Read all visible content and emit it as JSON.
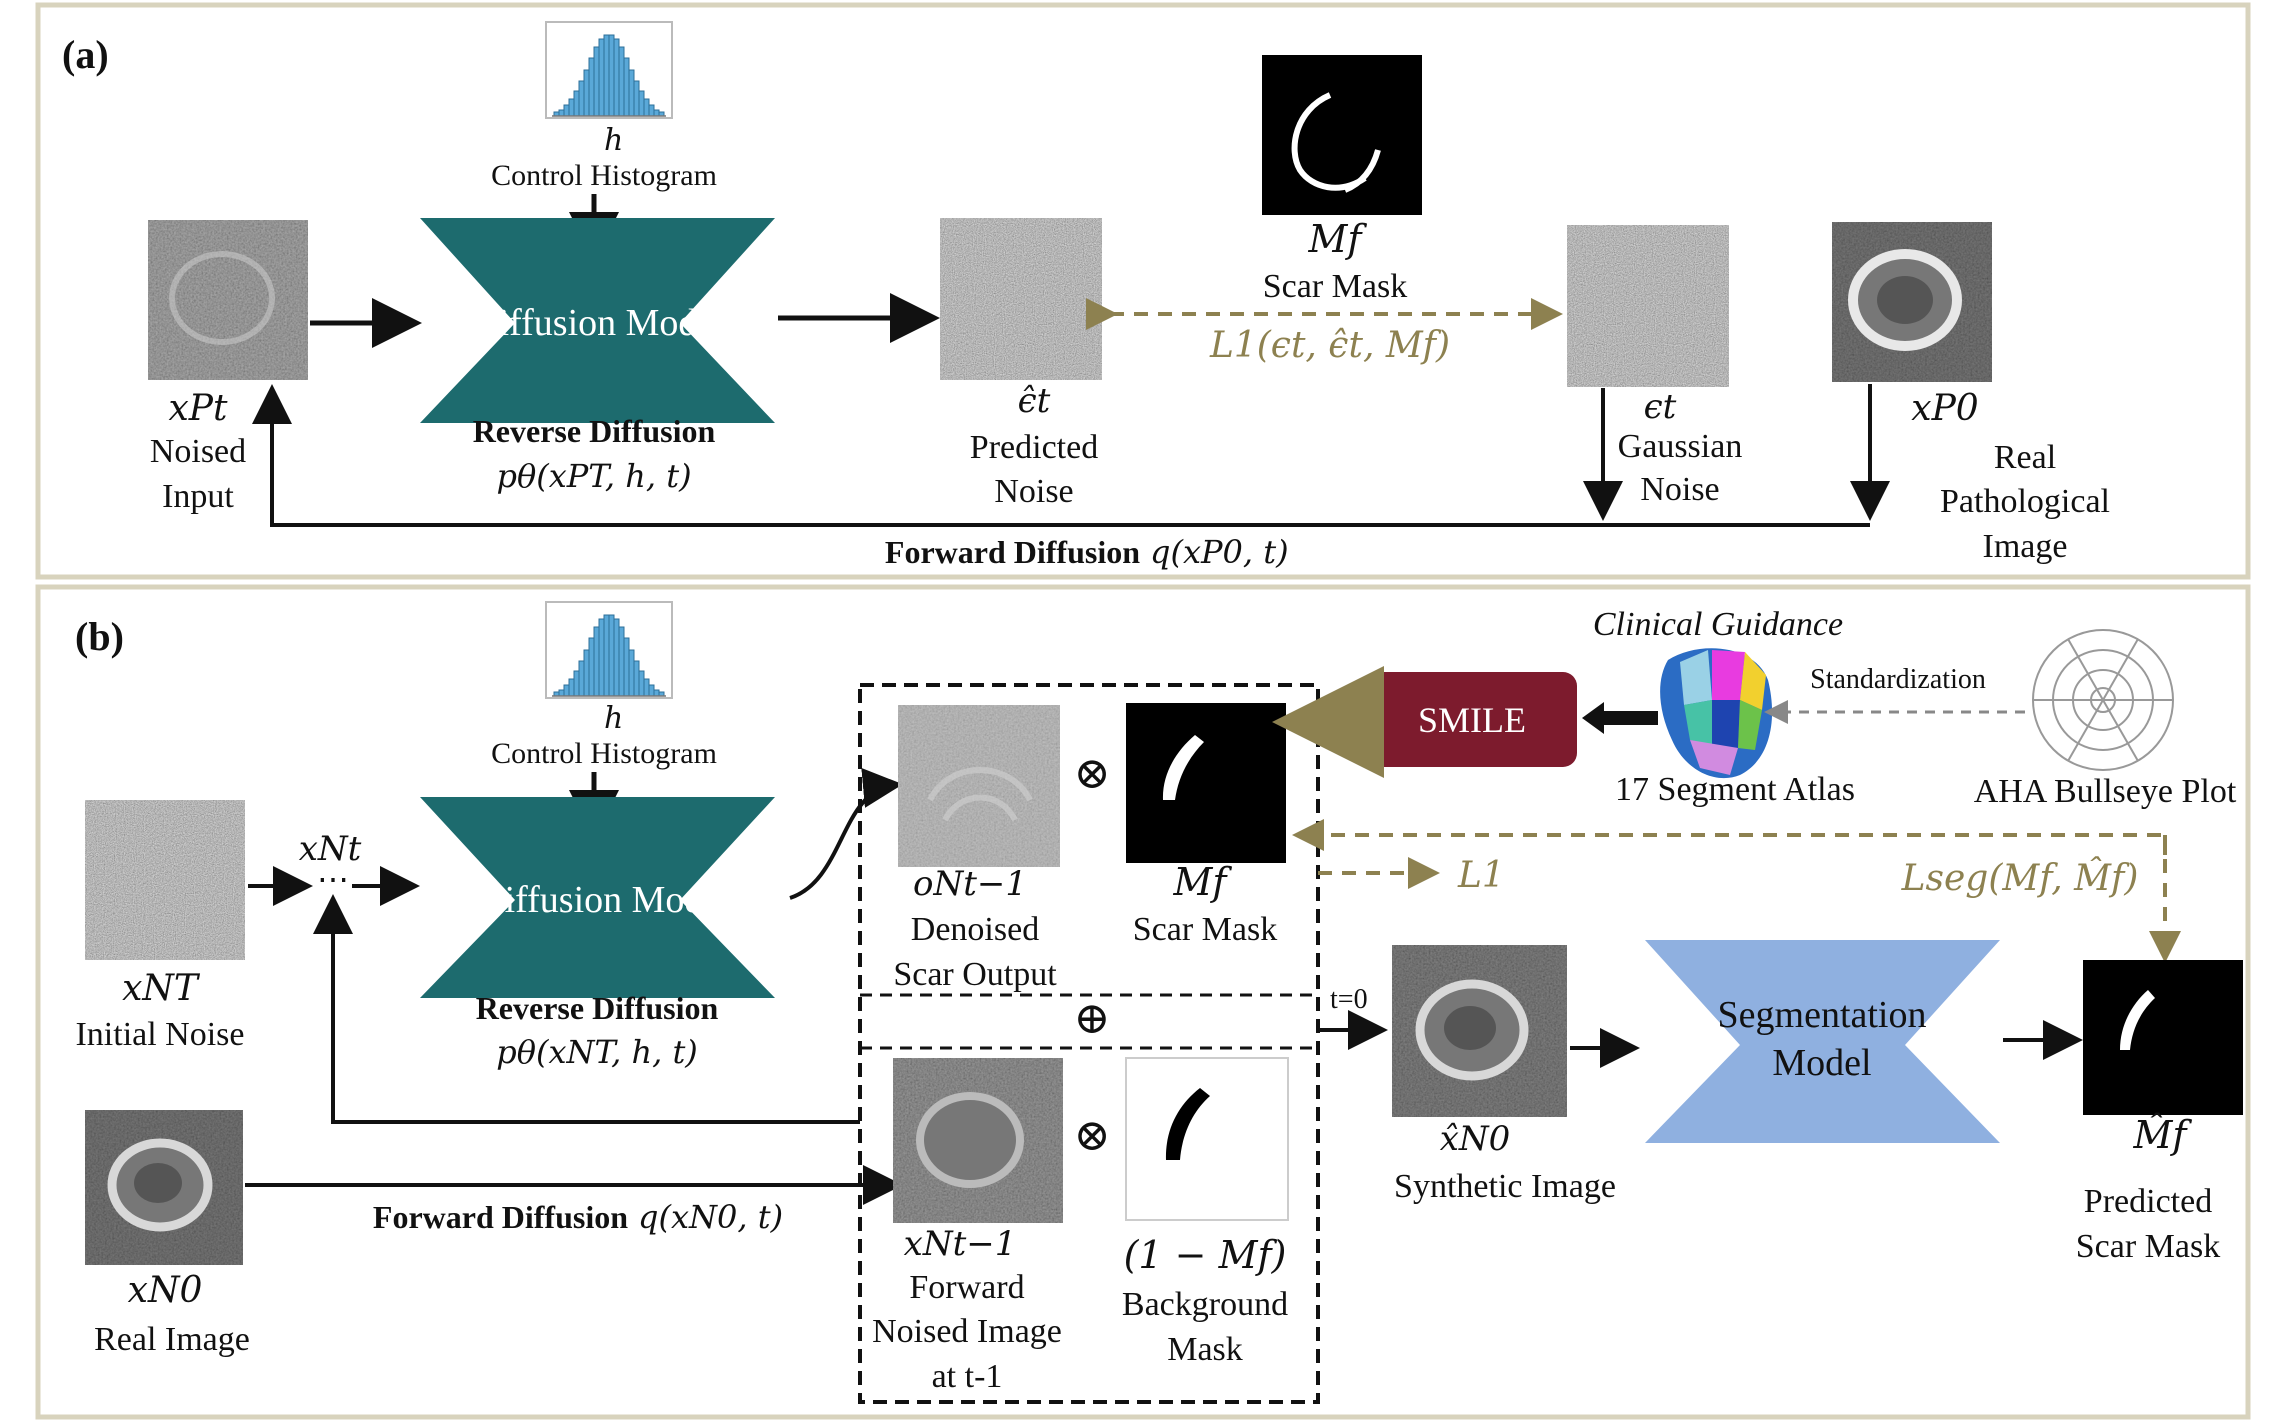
{
  "panel_a": {
    "label": "(a)",
    "histogram_symbol": "h",
    "histogram_label": "Control Histogram",
    "model_label": "Diffusion Model",
    "reverse_label": "Reverse Diffusion",
    "reverse_formula": "pθ(xPT, h, t)",
    "input_symbol": "xPt",
    "input_label_1": "Noised",
    "input_label_2": "Input",
    "pred_symbol": "ϵ̂t",
    "pred_label_1": "Predicted",
    "pred_label_2": "Noise",
    "mask_symbol": "Mf",
    "mask_label": "Scar Mask",
    "loss_label": "L1(ϵt, ϵ̂t, Mf)",
    "gauss_symbol": "ϵt",
    "gauss_label_1": "Gaussian",
    "gauss_label_2": "Noise",
    "real_symbol": "xP0",
    "real_label_1": "Real",
    "real_label_2": "Pathological",
    "real_label_3": "Image",
    "forward_label": "Forward Diffusion",
    "forward_formula": "q(xP0, t)"
  },
  "panel_b": {
    "label": "(b)",
    "histogram_symbol": "h",
    "histogram_label": "Control Histogram",
    "model_label": "Diffusion Model",
    "reverse_label": "Reverse Diffusion",
    "reverse_formula": "pθ(xNT, h, t)",
    "noise_symbol": "xNT",
    "noise_label": "Initial Noise",
    "xnt_symbol": "xNt",
    "real_symbol": "xN0",
    "real_label": "Real Image",
    "forward_label": "Forward Diffusion",
    "forward_formula": "q(xN0, t)",
    "denoised_symbol": "oNt−1",
    "denoised_label_1": "Denoised",
    "denoised_label_2": "Scar Output",
    "mask_symbol": "Mf",
    "mask_label": "Scar Mask",
    "forward_noised_symbol": "xNt−1",
    "forward_noised_label_1": "Forward",
    "forward_noised_label_2": "Noised Image",
    "forward_noised_label_3": "at t-1",
    "bg_mask_symbol": "(1 − Mf)",
    "bg_mask_label_1": "Background",
    "bg_mask_label_2": "Mask",
    "otimes": "⊗",
    "oplus": "⊕",
    "smile_label": "SMILE",
    "clinical_label": "Clinical Guidance",
    "atlas_label": "17 Segment Atlas",
    "standardization_label": "Standardization",
    "bullseye_label": "AHA Bullseye Plot",
    "l1_label": "L1",
    "lseg_label": "Lseg(Mf, M̂f)",
    "t0_label": "t=0",
    "synthetic_symbol": "x̂N0",
    "synthetic_label": "Synthetic Image",
    "seg_label_1": "Segmentation",
    "seg_label_2": "Model",
    "pred_mask_symbol": "M̂f",
    "pred_mask_label_1": "Predicted",
    "pred_mask_label_2": "Scar Mask"
  },
  "colors": {
    "panel_border": "#d8d3bd",
    "diffusion_model": "#1d6b6e",
    "segmentation_model": "#8fb0e0",
    "smile": "#7d1b2d",
    "loss_olive": "#8d8150",
    "histogram_bar": "#5aa8d8"
  }
}
